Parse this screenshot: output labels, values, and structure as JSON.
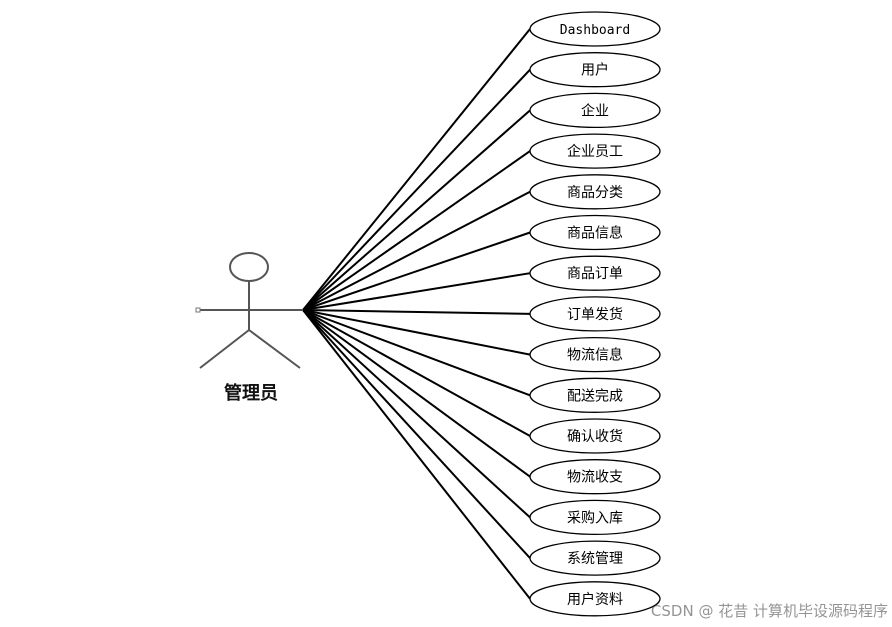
{
  "actor": {
    "label": "管理员"
  },
  "use_cases": [
    {
      "label": "Dashboard"
    },
    {
      "label": "用户"
    },
    {
      "label": "企业"
    },
    {
      "label": "企业员工"
    },
    {
      "label": "商品分类"
    },
    {
      "label": "商品信息"
    },
    {
      "label": "商品订单"
    },
    {
      "label": "订单发货"
    },
    {
      "label": "物流信息"
    },
    {
      "label": "配送完成"
    },
    {
      "label": "确认收货"
    },
    {
      "label": "物流收支"
    },
    {
      "label": "采购入库"
    },
    {
      "label": "系统管理"
    },
    {
      "label": "用户资料"
    }
  ],
  "watermark": {
    "text": "CSDN @ 花昔 计算机毕设源码程序"
  }
}
